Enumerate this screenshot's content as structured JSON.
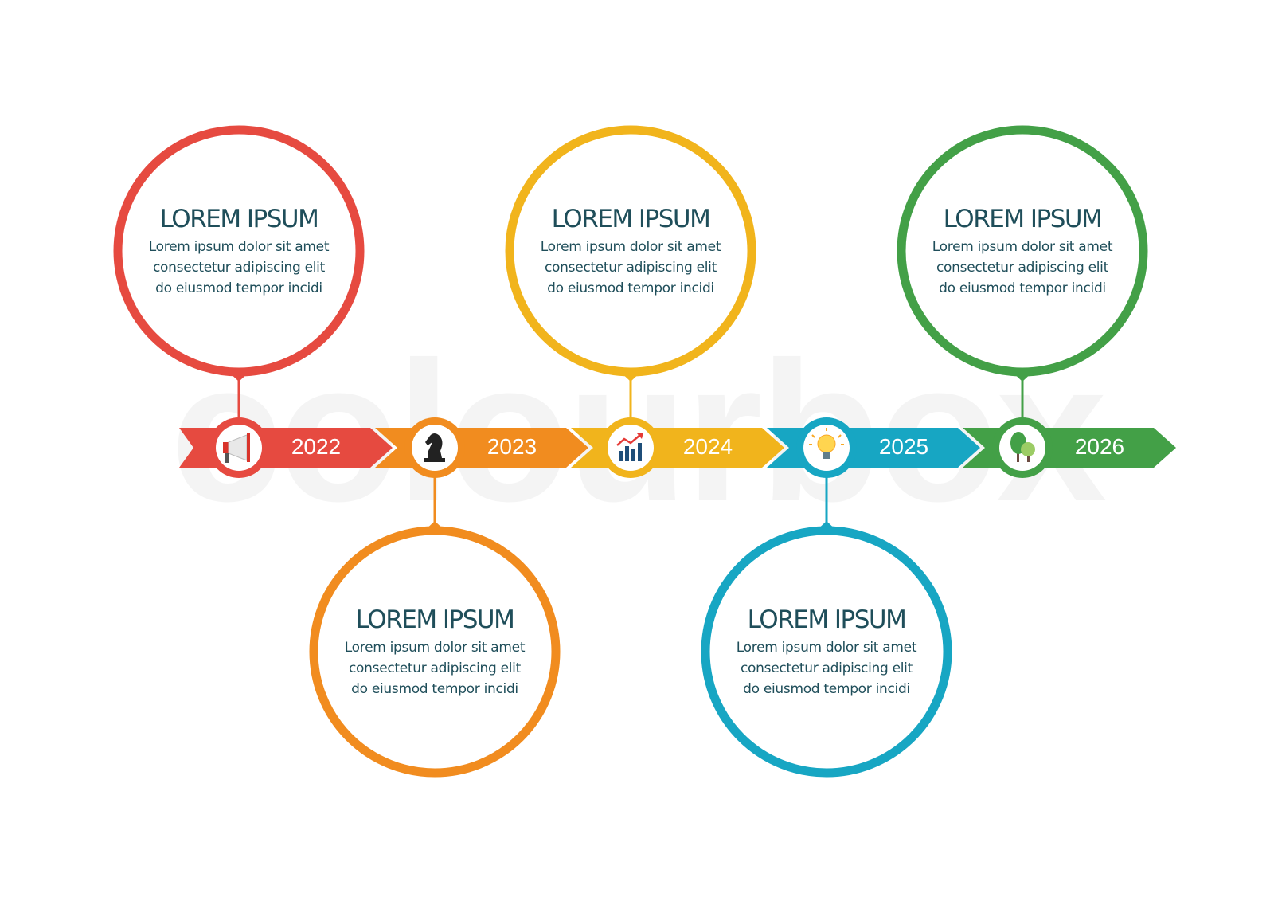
{
  "watermark": {
    "text": "colourbox"
  },
  "milestones": [
    {
      "year": "2022",
      "title": "LOREM IPSUM",
      "lines": [
        "Lorem ipsum dolor sit amet",
        "consectetur adipiscing elit",
        "do eiusmod tempor incidi"
      ],
      "color": "#e64a40",
      "icon": "megaphone-icon",
      "position": "top"
    },
    {
      "year": "2023",
      "title": "LOREM IPSUM",
      "lines": [
        "Lorem ipsum dolor sit amet",
        "consectetur adipiscing elit",
        "do eiusmod tempor incidi"
      ],
      "color": "#f18c1f",
      "icon": "chess-knight-icon",
      "position": "bottom"
    },
    {
      "year": "2024",
      "title": "LOREM IPSUM",
      "lines": [
        "Lorem ipsum dolor sit amet",
        "consectetur adipiscing elit",
        "do eiusmod tempor incidi"
      ],
      "color": "#f1b41c",
      "icon": "growth-chart-icon",
      "position": "top"
    },
    {
      "year": "2025",
      "title": "LOREM IPSUM",
      "lines": [
        "Lorem ipsum dolor sit amet",
        "consectetur adipiscing elit",
        "do eiusmod tempor incidi"
      ],
      "color": "#17a6c3",
      "icon": "light-bulb-icon",
      "position": "bottom"
    },
    {
      "year": "2026",
      "title": "LOREM IPSUM",
      "lines": [
        "Lorem ipsum dolor sit amet",
        "consectetur adipiscing elit",
        "do eiusmod tempor incidi"
      ],
      "color": "#43a047",
      "icon": "trees-icon",
      "position": "top"
    }
  ]
}
